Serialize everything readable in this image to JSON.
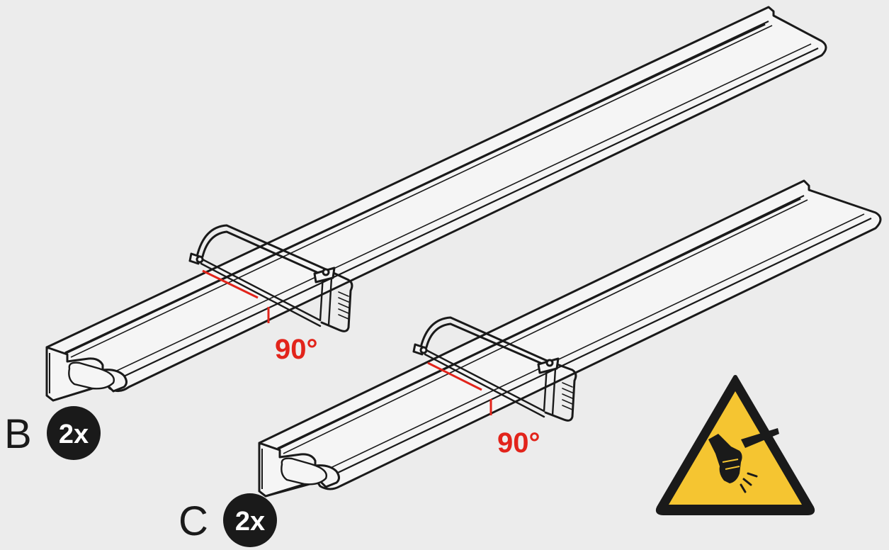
{
  "rails": [
    {
      "part_letter": "B",
      "quantity": "2x",
      "cut_angle": "90°"
    },
    {
      "part_letter": "C",
      "quantity": "2x",
      "cut_angle": "90°"
    }
  ],
  "colors": {
    "background": "#ececec",
    "outline": "#1a1a1a",
    "rail_fill": "#f5f5f5",
    "cut_mark": "#e2241b",
    "badge": "#1a1a1a",
    "badge_text": "#ffffff",
    "warning_fill": "#f5c531",
    "warning_border": "#1a1a1a"
  },
  "warning": {
    "icon": "cut-hazard-warning-icon"
  }
}
